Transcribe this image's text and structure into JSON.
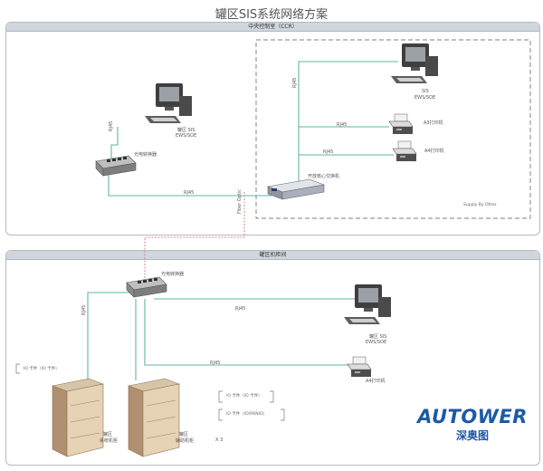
{
  "title": "罐区SIS系统网络方案",
  "ccr": {
    "header": "中央控制室（CCR）",
    "supply_note": "Supply By Other",
    "core_switch_label": "开放核心交换机",
    "optical_converter_label": "光电转换器",
    "sis_ews_top": {
      "line1": "SIS",
      "line2": "EWS/SOE"
    },
    "sis_ews_left": {
      "line1": "罐区 SIS",
      "line2": "EWS/SOE"
    },
    "printer_a3": "A3打印机",
    "printer_a4": "A4打印机",
    "rj45": "RJ45"
  },
  "fiber_label": "Fiber Optic",
  "field": {
    "header": "罐区机柜间",
    "optical_converter_label": "光电转换器",
    "sis_ews": {
      "line1": "罐区 SIS",
      "line2": "EWS/SOE"
    },
    "printer_a4": "A4打印机",
    "rj45": "RJ45",
    "bracket_left": "IO 卡件（IO 卡件）",
    "bracket_right_1": "IO 卡件（IO 卡件）",
    "bracket_right_2": "IO 卡件（IO/RKNIO）",
    "cabinet_1": {
      "line1": "罐区",
      "line2": "系统机柜"
    },
    "cabinet_2": {
      "line1": "罐区",
      "line2": "辅助机柜"
    },
    "cabinet_count": "X 3"
  },
  "logo": {
    "brand": "AUTOWER",
    "cn": "深奥图"
  },
  "colors": {
    "network_line": "#5fb5a4",
    "fiber_line": "#d48a8a",
    "brand": "#1b5aa6"
  }
}
